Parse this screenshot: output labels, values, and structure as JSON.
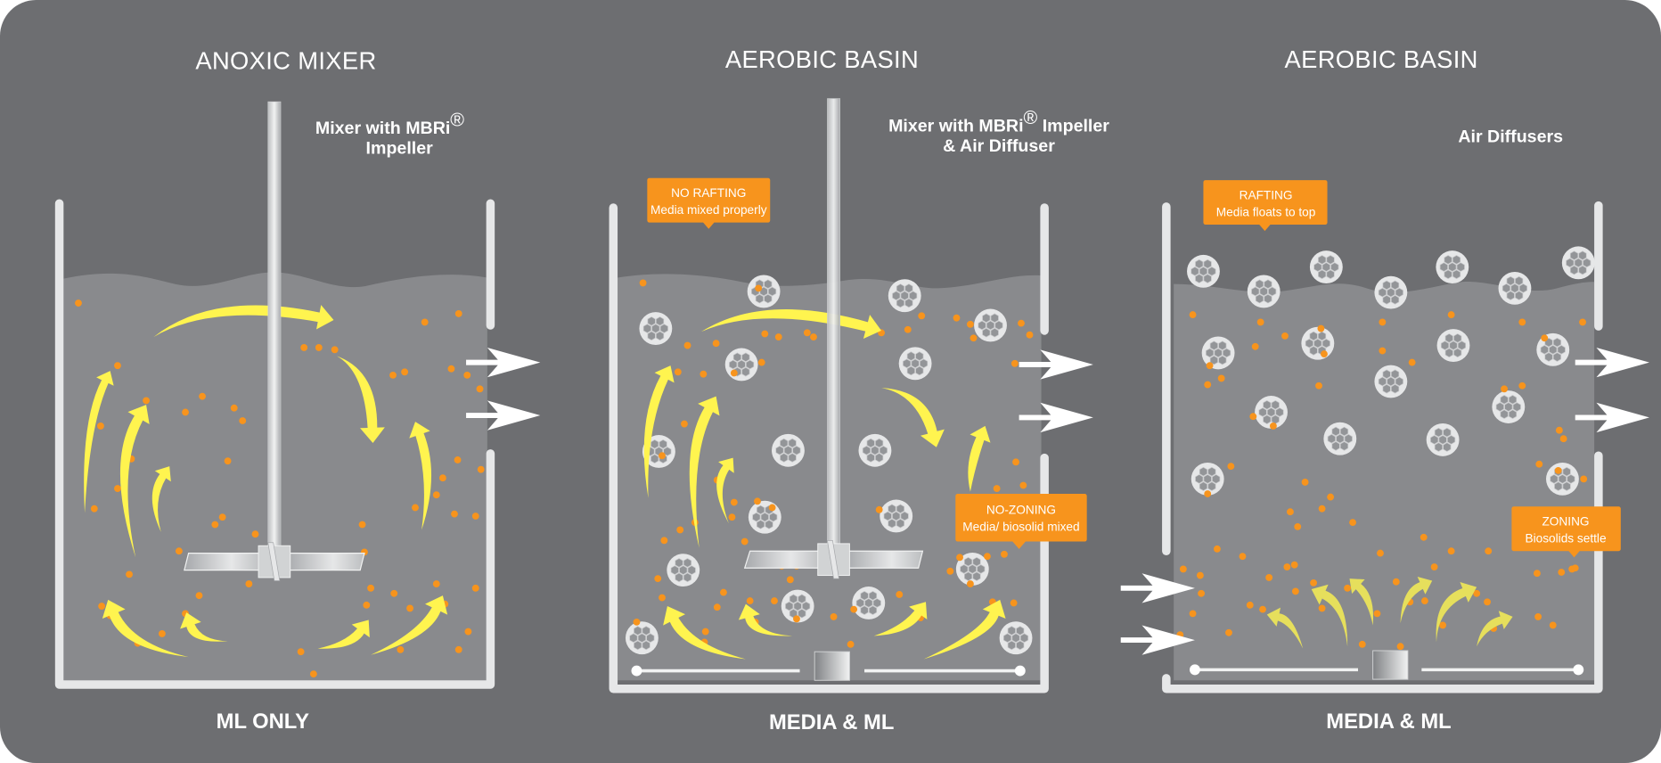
{
  "colors": {
    "panel": "#6d6e71",
    "liquid": "#898a8d",
    "wall": "#e6e7e8",
    "biosolid": "#f7941d",
    "flow": "#fff44f",
    "flow_muted": "#e6df5c",
    "callout": "#f7941d",
    "media_ring": "#e6e7e8",
    "media_cell": "#939598",
    "arrow": "#ffffff"
  },
  "basins": [
    {
      "title": "ANOXIC MIXER",
      "equipment_label": [
        "Mixer with MBRi",
        "Impeller"
      ],
      "equipment_mark": "®",
      "content_label": "ML ONLY",
      "callouts": []
    },
    {
      "title": "AEROBIC BASIN",
      "equipment_label": [
        "Mixer with MBRi",
        " Impeller",
        "& Air Diffuser"
      ],
      "equipment_mark": "®",
      "content_label": "MEDIA & ML",
      "callouts": [
        {
          "heading": "NO RAFTING",
          "text": "Media mixed properly"
        },
        {
          "heading": "NO-ZONING",
          "text": "Media/ biosolid mixed"
        }
      ]
    },
    {
      "title": "AEROBIC BASIN",
      "equipment_label": [
        "Air Diffusers"
      ],
      "content_label": "MEDIA & ML",
      "callouts": [
        {
          "heading": "RAFTING",
          "text": "Media floats to top"
        },
        {
          "heading": "ZONING",
          "text": "Biosolids settle"
        }
      ]
    }
  ],
  "icons": {
    "flow_arrow": "curved-flow-arrow",
    "outlet_arrow": "right-arrow",
    "media": "media-carrier",
    "biosolid": "biosolid-particle",
    "impeller": "impeller",
    "diffuser": "air-diffuser"
  }
}
